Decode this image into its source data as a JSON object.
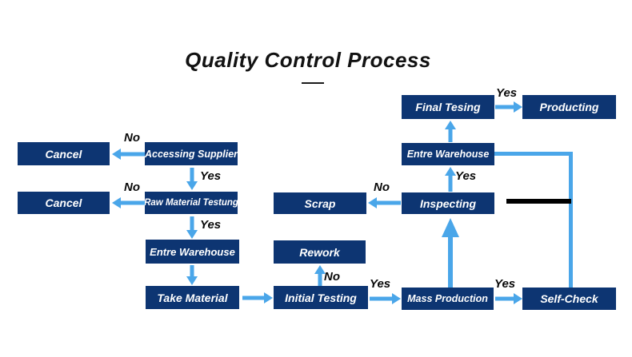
{
  "title": "Quality Control Process",
  "nodes": {
    "cancel_top": {
      "label": "Cancel"
    },
    "accessing_supplier": {
      "label": "Accessing Supplier"
    },
    "cancel_bottom": {
      "label": "Cancel"
    },
    "raw_material_testing": {
      "label": "Raw Material Testung"
    },
    "entre_warehouse_left": {
      "label": "Entre Warehouse"
    },
    "take_material": {
      "label": "Take Material"
    },
    "rework": {
      "label": "Rework"
    },
    "scrap": {
      "label": "Scrap"
    },
    "initial_testing": {
      "label": "Initial Testing"
    },
    "final_testing": {
      "label": "Final Tesing"
    },
    "producting": {
      "label": "Producting"
    },
    "entre_warehouse_right": {
      "label": "Entre Warehouse"
    },
    "inspecting": {
      "label": "Inspecting"
    },
    "mass_production": {
      "label": "Mass Production"
    },
    "self_check": {
      "label": "Self-Check"
    }
  },
  "edge_labels": {
    "accessing_no": "No",
    "accessing_yes": "Yes",
    "raw_no": "No",
    "raw_yes": "Yes",
    "initial_no": "No",
    "initial_yes": "Yes",
    "inspecting_no": "No",
    "inspecting_yes": "Yes",
    "final_yes": "Yes",
    "mass_yes": "Yes"
  },
  "colors": {
    "box": "#0d3572",
    "arrow": "#4aa6e9",
    "label": "#0a0a0a",
    "background": "#ffffff"
  }
}
